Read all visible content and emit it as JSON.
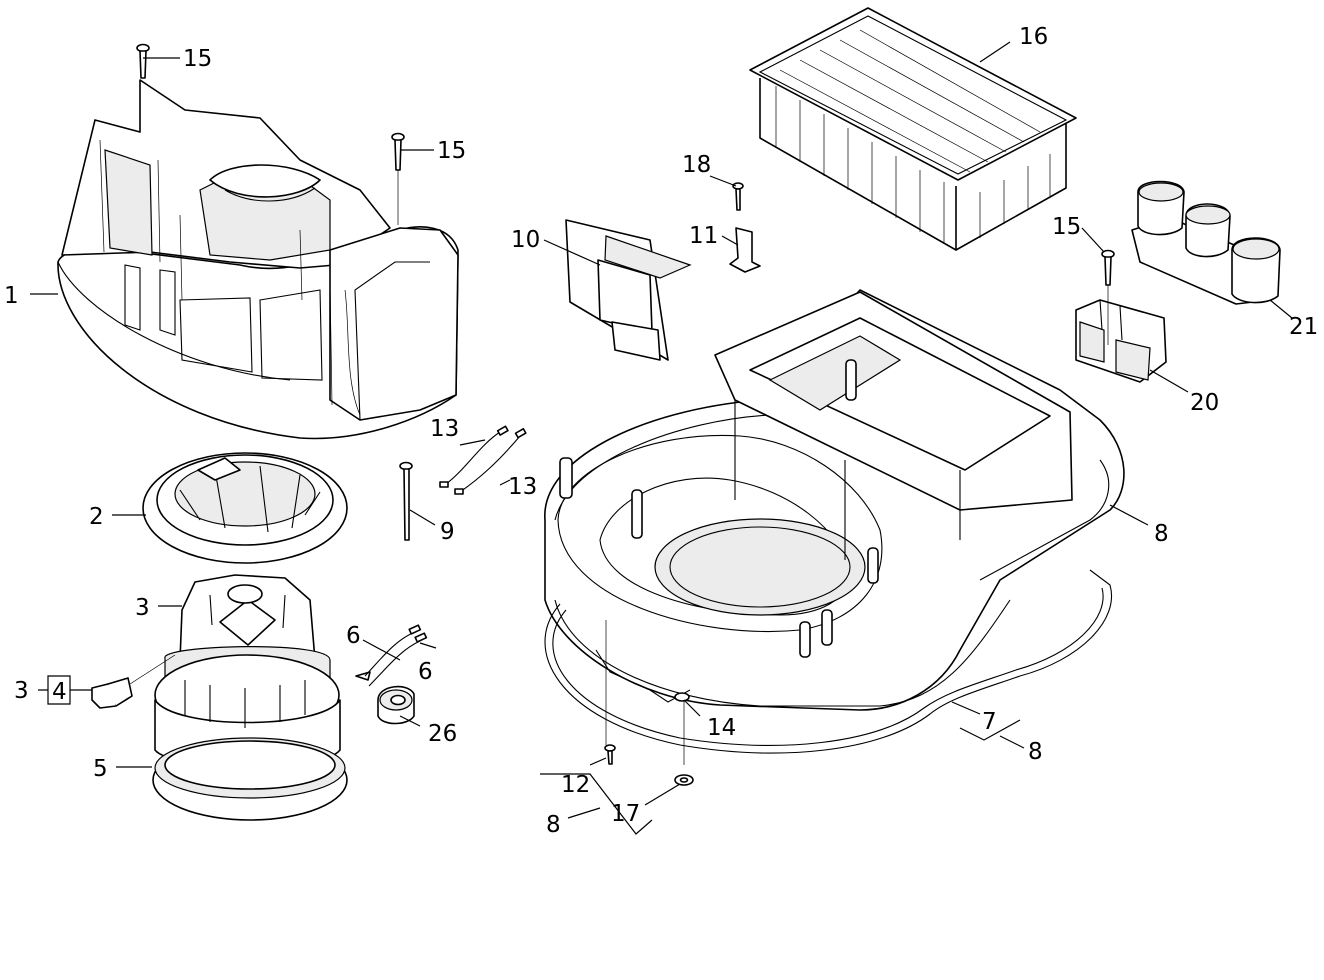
{
  "callouts": {
    "c1": "1",
    "c2": "2",
    "c3a": "3",
    "c3b": "3",
    "c4": "4",
    "c5": "5",
    "c6a": "6",
    "c6b": "6",
    "c7": "7",
    "c8a": "8",
    "c8b": "8",
    "c8c": "8",
    "c9": "9",
    "c10": "10",
    "c11": "11",
    "c12": "12",
    "c13a": "13",
    "c13b": "13",
    "c14": "14",
    "c15a": "15",
    "c15b": "15",
    "c15c": "15",
    "c16": "16",
    "c17": "17",
    "c18": "18",
    "c20": "20",
    "c21": "21",
    "c26": "26"
  }
}
